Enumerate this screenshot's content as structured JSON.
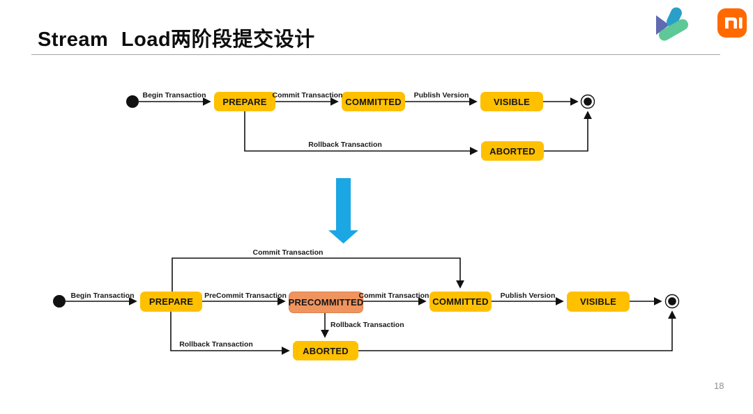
{
  "header": {
    "title": "Stream Load两阶段提交设计"
  },
  "page_number": "18",
  "logos": {
    "xiaomi_wordmark": "mi"
  },
  "colors": {
    "state_fill_yellow": "#FFC000",
    "state_fill_precommitted": "#F0945F",
    "big_transition_arrow_blue": "#1BA7E3",
    "xiaomi_orange": "#FF6900",
    "connector_black": "#111111"
  },
  "top_diagram": {
    "nodes": {
      "prepare": "PREPARE",
      "committed": "COMMITTED",
      "visible": "VISIBLE",
      "aborted": "ABORTED"
    },
    "edges": {
      "begin": "Begin Transaction",
      "commit": "Commit Transaction",
      "publish": "Publish Version",
      "rollback": "Rollback Transaction"
    }
  },
  "bottom_diagram": {
    "nodes": {
      "prepare": "PREPARE",
      "precommitted": "PRECOMMITTED",
      "committed": "COMMITTED",
      "visible": "VISIBLE",
      "aborted": "ABORTED"
    },
    "edges": {
      "begin": "Begin Transaction",
      "precommit": "PreCommit Transaction",
      "commit_from_prepare": "Commit Transaction",
      "commit": "Commit Transaction",
      "publish": "Publish Version",
      "rollback_from_precommitted": "Rollback Transaction",
      "rollback_from_prepare": "Rollback Transaction"
    }
  }
}
